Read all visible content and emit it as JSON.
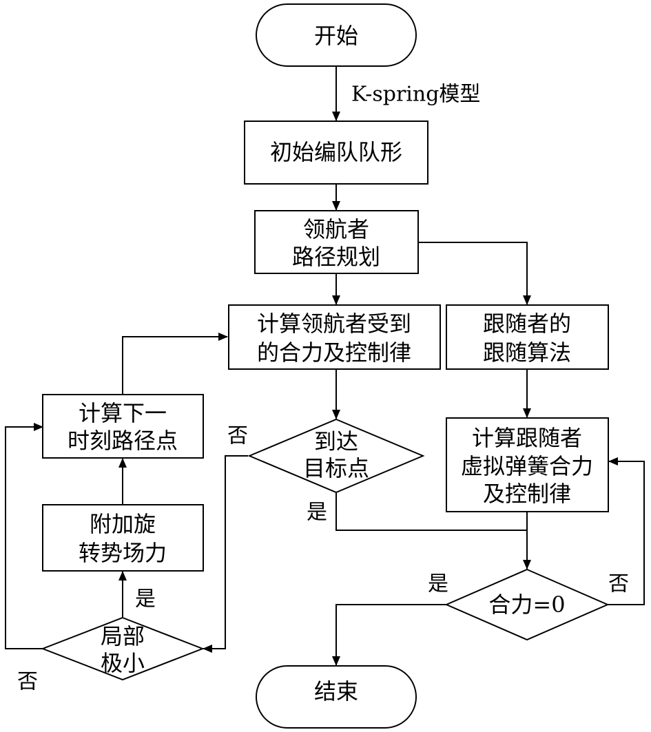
{
  "nodes": {
    "start": "开始",
    "init_formation": "初始编队队形",
    "leader_path_1": "领航者",
    "leader_path_2": "路径规划",
    "leader_force_1": "计算领航者受到",
    "leader_force_2": "的合力及控制律",
    "follower_algo_1": "跟随者的",
    "follower_algo_2": "跟随算法",
    "next_point_1": "计算下一",
    "next_point_2": "时刻路径点",
    "reach_target_1": "到达",
    "reach_target_2": "目标点",
    "spring_force_1": "计算跟随者",
    "spring_force_2": "虚拟弹簧合力",
    "spring_force_3": "及控制律",
    "rotation_field_1": "附加旋",
    "rotation_field_2": "转势场力",
    "local_min_1": "局部",
    "local_min_2": "极小",
    "force_zero": "合力=0",
    "end": "结束"
  },
  "labels": {
    "model": "K-spring模型",
    "reach_no": "否",
    "reach_yes": "是",
    "local_min_yes": "是",
    "local_min_no": "否",
    "force_zero_yes": "是",
    "force_zero_no": "否"
  }
}
